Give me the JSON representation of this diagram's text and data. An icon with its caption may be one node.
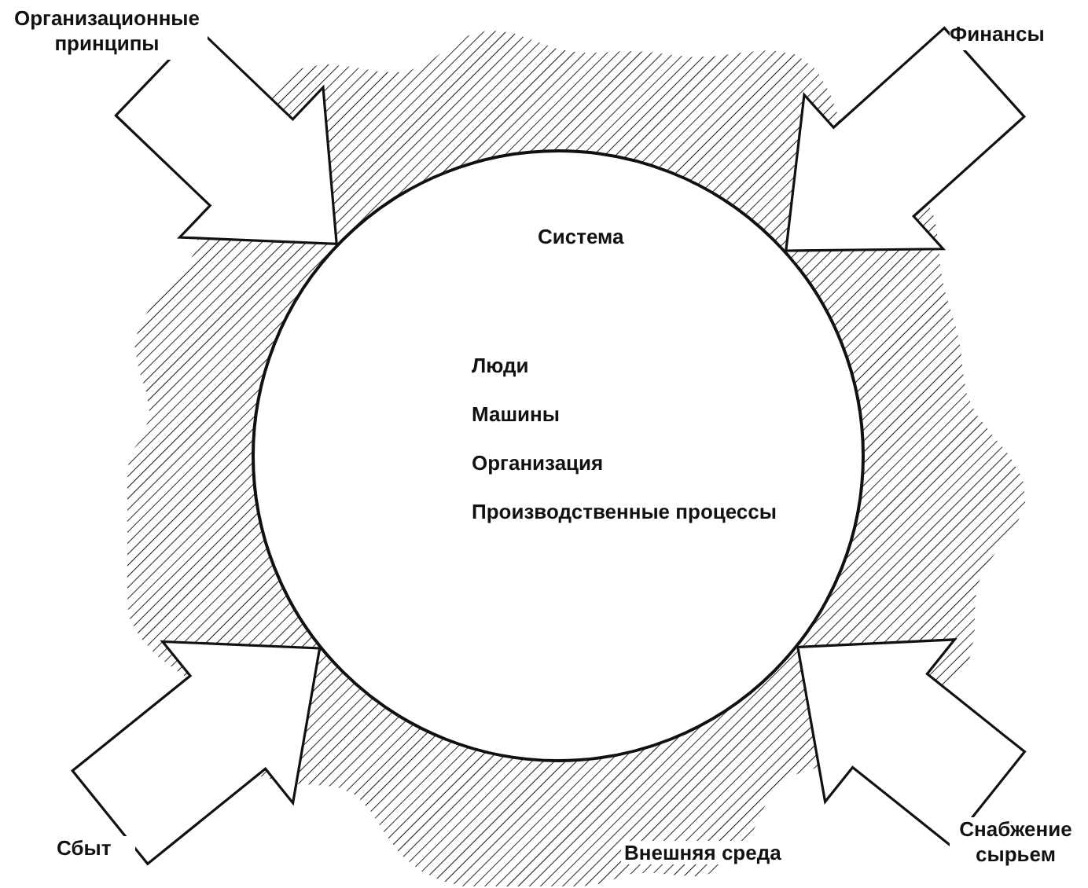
{
  "diagram": {
    "nodes": [
      {
        "text": [
          "Внешняя среда"
        ]
      },
      {
        "text": [
          "Система",
          "Люди",
          "Машины",
          "Организация",
          "Производственные процессы"
        ],
        "in": 0
      },
      {
        "text": [
          "Организационные принципы"
        ]
      },
      {
        "text": [
          "Финансы"
        ]
      },
      {
        "text": [
          "Сбыт"
        ]
      },
      {
        "text": [
          "Снабжение сырьем"
        ]
      }
    ],
    "edges": [
      {
        "from": 2,
        "to": 1,
        "arrow": "to"
      },
      {
        "from": 3,
        "to": 1,
        "arrow": "to"
      },
      {
        "from": 4,
        "to": 1,
        "arrow": "to"
      },
      {
        "from": 5,
        "to": 1,
        "arrow": "to"
      }
    ]
  }
}
